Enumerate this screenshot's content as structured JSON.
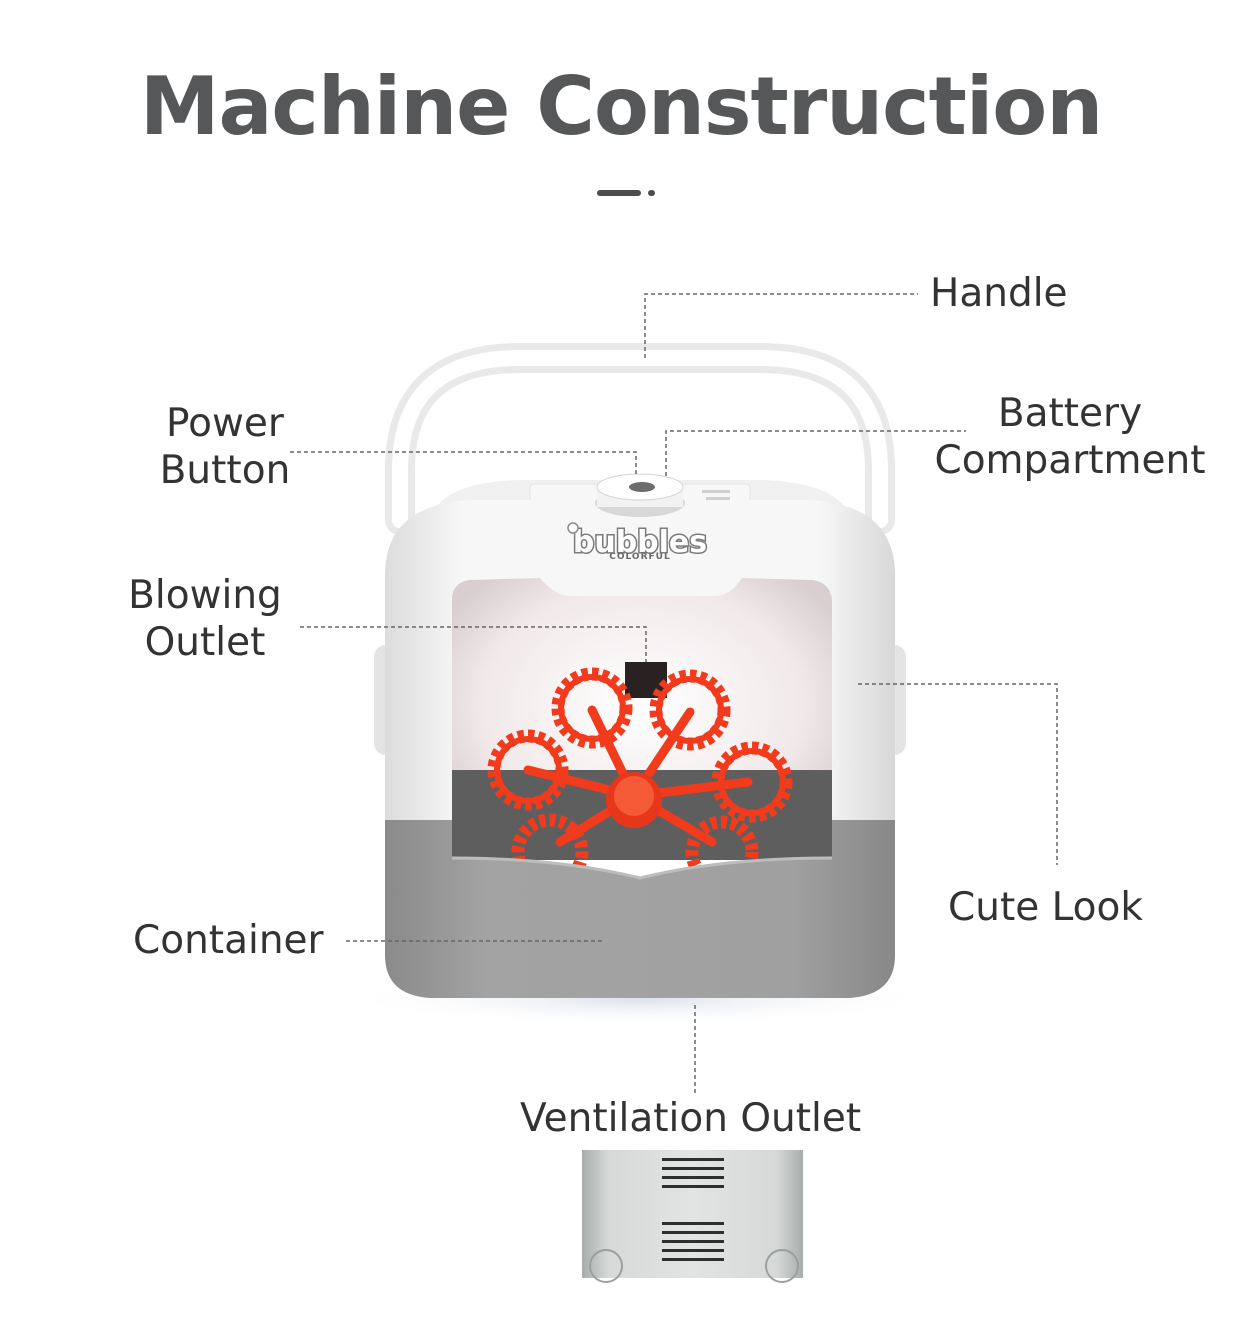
{
  "title": "Machine Construction",
  "colors": {
    "title": "#555759",
    "label": "#333333",
    "body_white": "#f3f3f3",
    "base_gray": "#9a9a9a",
    "wand_red": "#f23b1c",
    "leader_line": "#666666"
  },
  "product": {
    "logo_main": "bubbles",
    "logo_sub": "COLORFUL"
  },
  "labels": {
    "handle": "Handle",
    "power_button_line1": "Power",
    "power_button_line2": "Button",
    "battery_line1": "Battery",
    "battery_line2": "Compartment",
    "blowing_line1": "Blowing",
    "blowing_line2": "Outlet",
    "cute_look": "Cute Look",
    "container": "Container",
    "ventilation": "Ventilation Outlet"
  }
}
